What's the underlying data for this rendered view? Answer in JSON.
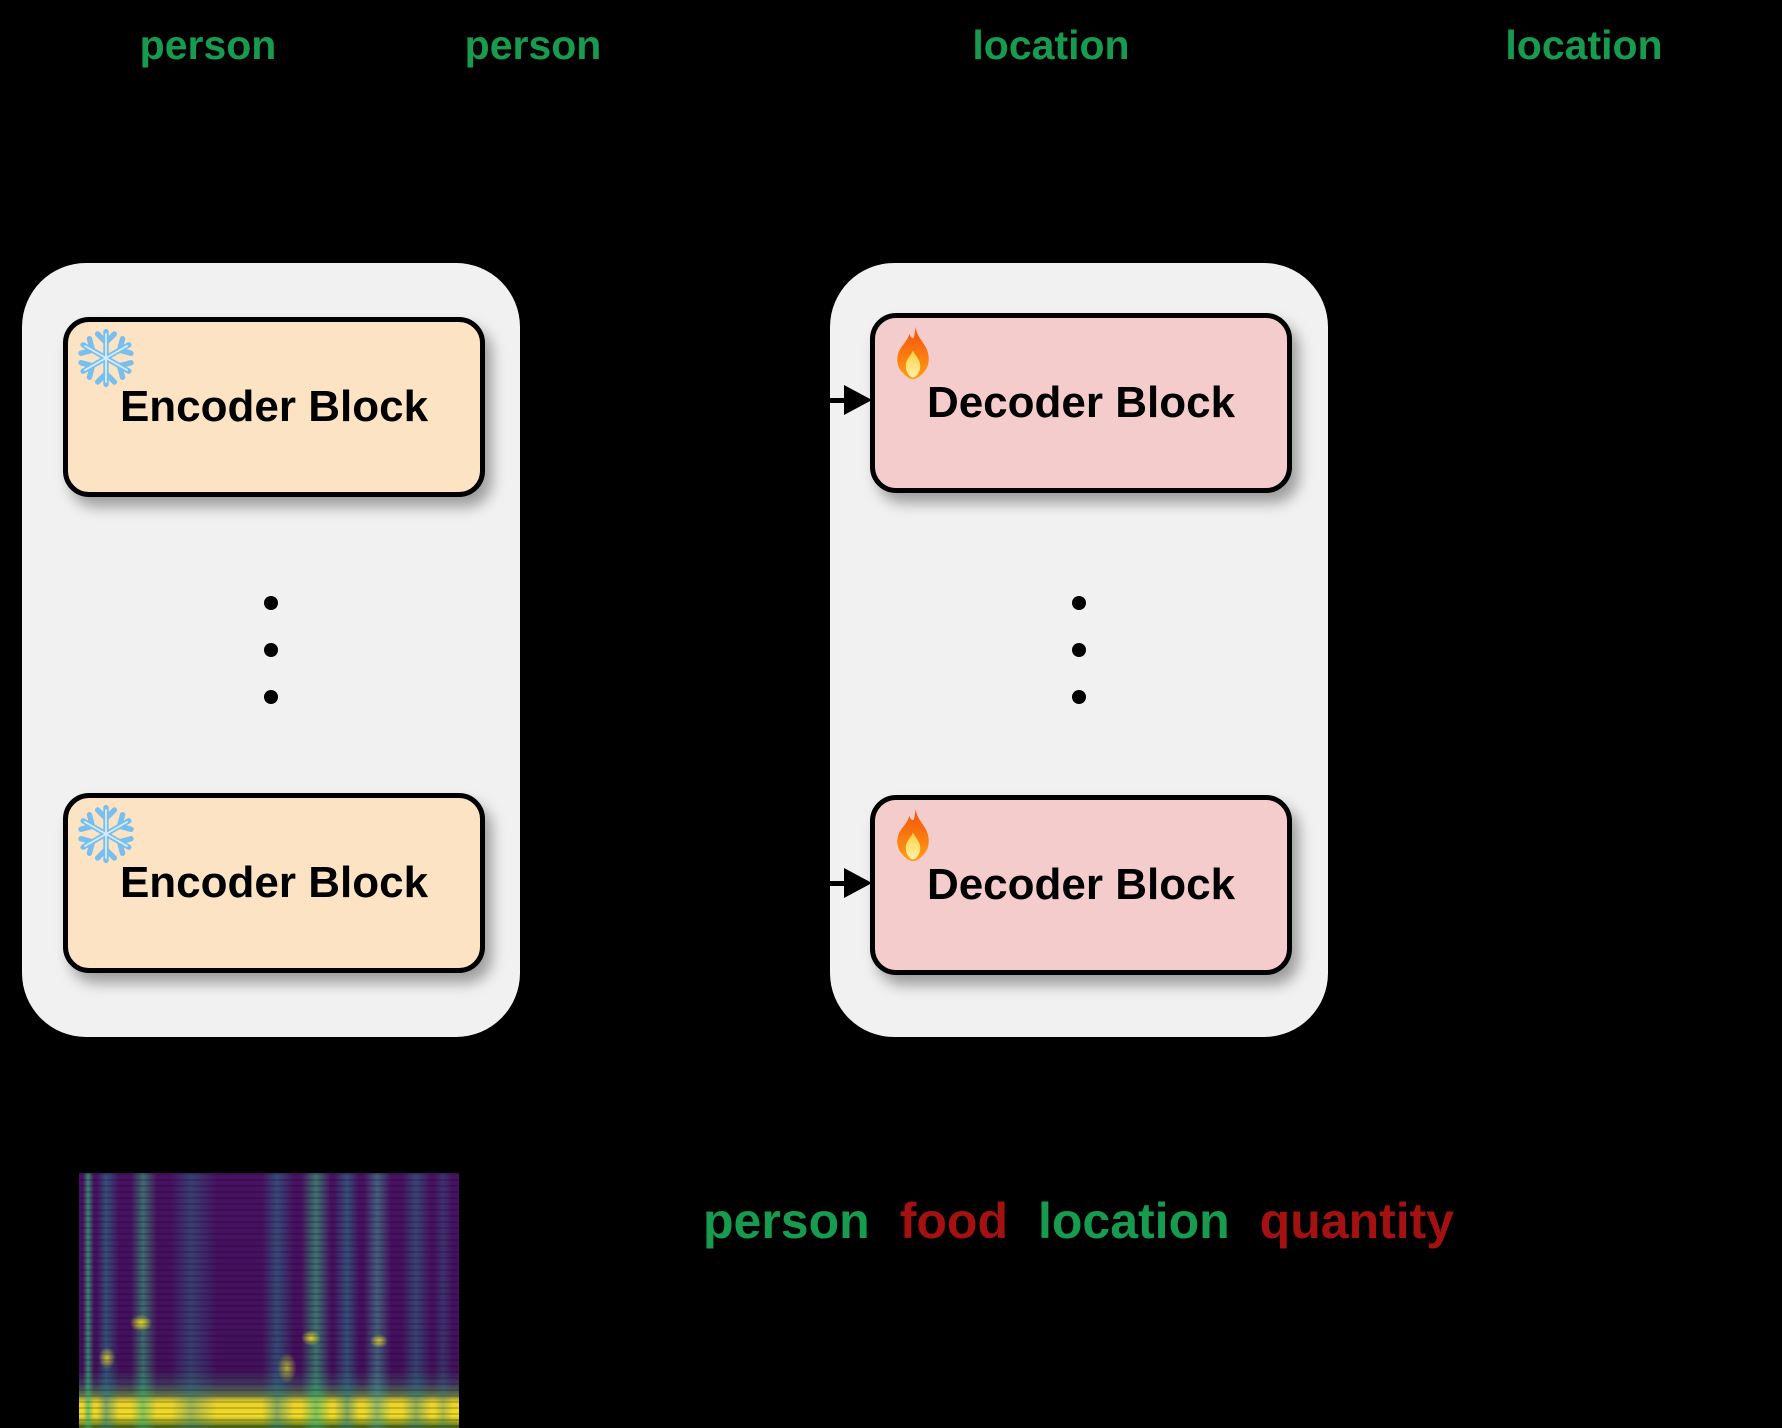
{
  "colors": {
    "background": "#000000",
    "entity_green": "#169b4f",
    "entity_red": "#a31111",
    "container_gray": "#f1f1f1",
    "encoder_block_fill": "#fbe3c4",
    "decoder_block_fill": "#f5cccc",
    "block_border": "#000000",
    "spectrogram_purple": "#45105f",
    "spectrogram_teal": "#26828e",
    "spectrogram_green": "#35b779",
    "spectrogram_yellow": "#fde725"
  },
  "top_labels": [
    {
      "text": "person",
      "color": "#169b4f"
    },
    {
      "text": "person",
      "color": "#169b4f"
    },
    {
      "text": "location",
      "color": "#169b4f"
    },
    {
      "text": "location",
      "color": "#169b4f"
    }
  ],
  "encoder_stack": {
    "icon": "snowflake-icon",
    "blocks": [
      {
        "label": "Encoder Block"
      },
      {
        "label": "Encoder Block"
      }
    ]
  },
  "decoder_stack": {
    "icon": "fire-icon",
    "blocks": [
      {
        "label": "Decoder Block"
      },
      {
        "label": "Decoder Block"
      }
    ]
  },
  "bottom_labels": [
    {
      "text": "person",
      "color": "#169b4f"
    },
    {
      "text": "food",
      "color": "#a31111"
    },
    {
      "text": "location",
      "color": "#169b4f"
    },
    {
      "text": "quantity",
      "color": "#a31111"
    }
  ],
  "spectrogram": {
    "palette": [
      "#45105f",
      "#26828e",
      "#35b779",
      "#fde725"
    ]
  }
}
